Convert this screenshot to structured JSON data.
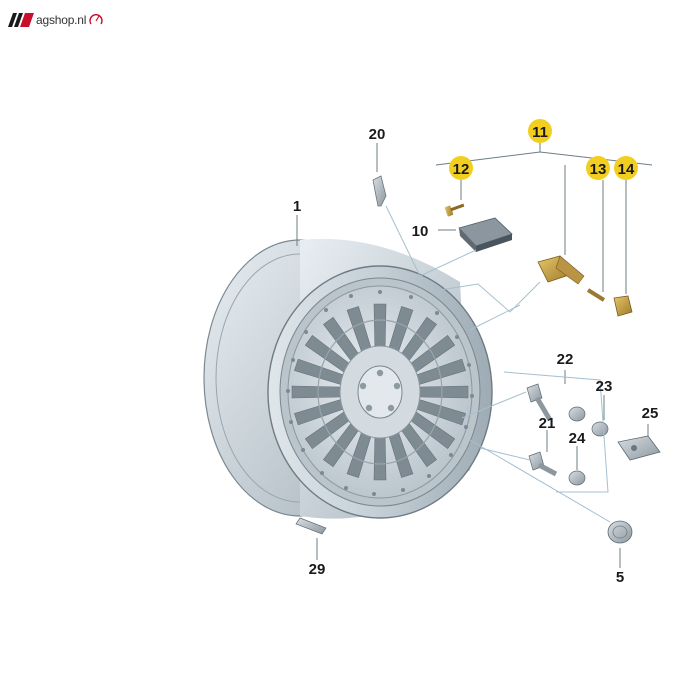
{
  "brand": {
    "logo_text_prefix": "",
    "logo_text": "agshop.nl",
    "accent_color": "#c8102e"
  },
  "callouts": {
    "wheel": "1",
    "center_cap": "5",
    "tpms_sensor": "10",
    "sensor_kit": "11",
    "sensor_screw": "12",
    "valve_insert": "13",
    "valve_cap": "14",
    "valve": "20",
    "lock_bolt": "21",
    "bolt": "22",
    "bolt_cap": "23",
    "lock_cap": "24",
    "adapter": "25",
    "balance_weight": "29"
  },
  "colors": {
    "highlight": "#f2cf1f",
    "rim": "#c9d3da",
    "rim_shadow": "#8e9aa3",
    "leader": "#6e7c86"
  }
}
